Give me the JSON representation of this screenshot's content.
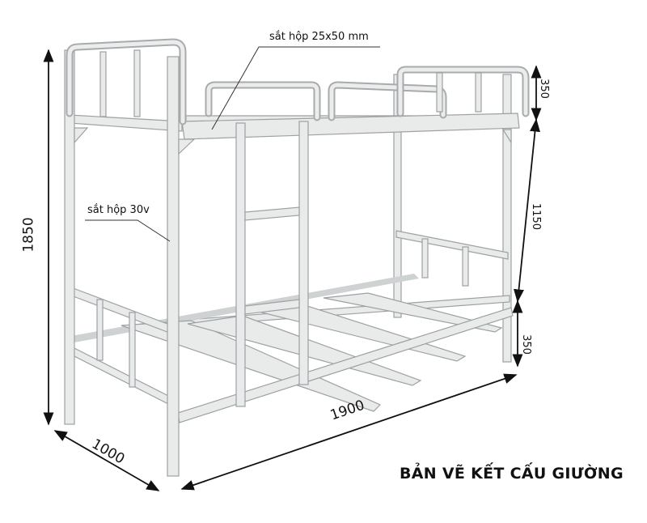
{
  "title": "BẢN VẼ KẾT CẤU GIƯỜNG",
  "callouts": {
    "top_tube": "sắt hộp 25x50 mm",
    "post_tube": "sắt hộp 30v"
  },
  "dimensions": {
    "total_height": "1850",
    "top_rail_height": "350",
    "between_beds": "1150",
    "bottom_clearance": "350",
    "length": "1900",
    "width": "1000"
  },
  "colors": {
    "frame": "#e9eaea",
    "frame_edge": "#9da1a3",
    "dimension_line": "#111111"
  }
}
